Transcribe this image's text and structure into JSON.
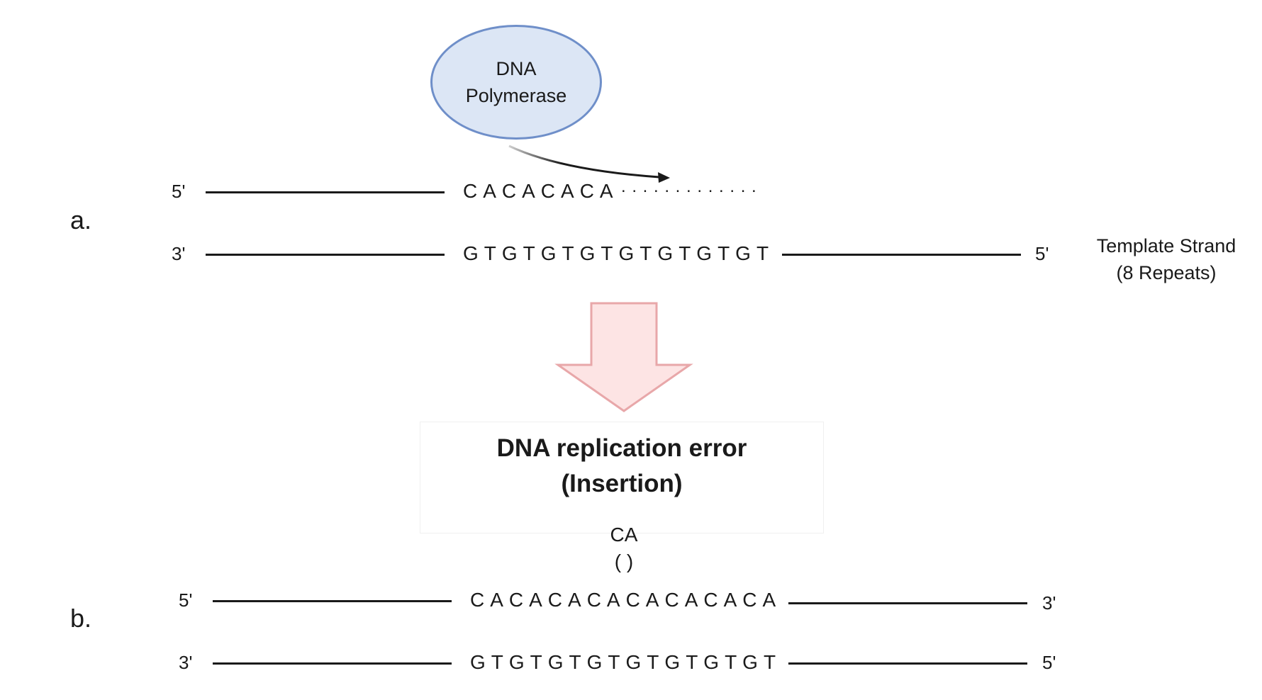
{
  "panel_a": {
    "label": "a.",
    "top_strand": {
      "left_end": "5'",
      "sequence": "CACACACA",
      "dots": ". . . . . . . . . . . . ."
    },
    "bottom_strand": {
      "left_end": "3'",
      "sequence": "GTGTGTGTGTGTGTGT",
      "right_end": "5'"
    },
    "template_note": {
      "line1": "Template Strand",
      "line2": "(8 Repeats)"
    },
    "enzyme": {
      "line1": "DNA",
      "line2": "Polymerase"
    }
  },
  "error_box": {
    "title_line1": "DNA replication error",
    "title_line2": "(Insertion)"
  },
  "insertion": {
    "bases": "CA",
    "brackets": "( )"
  },
  "panel_b": {
    "label": "b.",
    "top_strand": {
      "left_end": "5'",
      "sequence": "CACACACACACACACA",
      "right_end": "3'"
    },
    "bottom_strand": {
      "left_end": "3'",
      "sequence": "GTGTGTGTGTGTGTGT",
      "right_end": "5'"
    }
  },
  "colors": {
    "enzyme_fill": "#dce6f5",
    "enzyme_stroke": "#6f8fc9",
    "arrow_fill": "#fde4e4",
    "arrow_stroke": "#e8a7a9",
    "line": "#1a1a1a"
  }
}
